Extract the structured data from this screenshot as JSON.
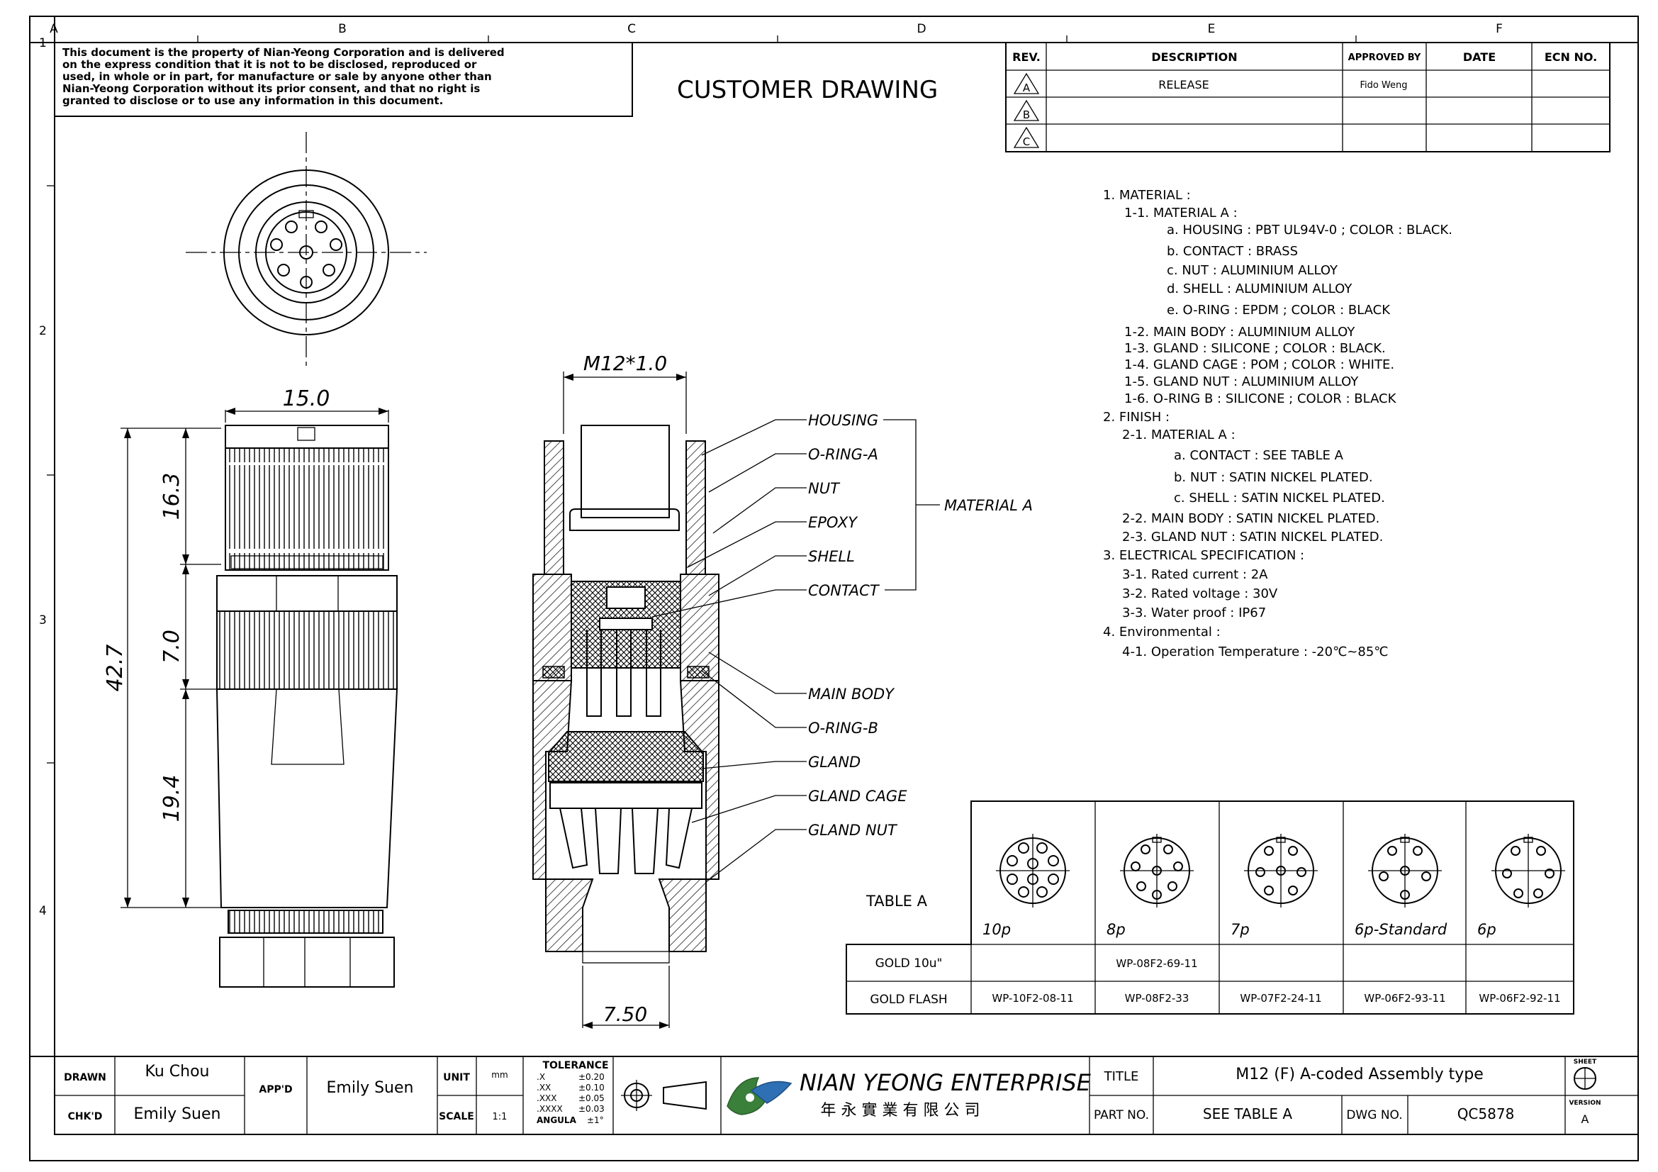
{
  "frame": {
    "col_letters": [
      "A",
      "B",
      "C",
      "D",
      "E",
      "F"
    ],
    "row_numbers": [
      "1",
      "2",
      "3",
      "4"
    ]
  },
  "notice": {
    "lines": [
      "This document is the property of Nian-Yeong Corporation and is delivered",
      "on the express condition that it is not to be disclosed, reproduced or",
      "used, in whole or in part, for manufacture or sale by anyone other than",
      "Nian-Yeong Corporation without its prior consent, and that no right is",
      "granted to disclose or to use any information in this document."
    ]
  },
  "heading": "CUSTOMER  DRAWING",
  "revision_table": {
    "headers": {
      "rev": "REV.",
      "description": "DESCRIPTION",
      "approved": "APPROVED BY",
      "date": "DATE",
      "ecn": "ECN NO."
    },
    "rows": [
      {
        "rev": "A",
        "description": "RELEASE",
        "approved": "Fido Weng",
        "date": "",
        "ecn": ""
      },
      {
        "rev": "B",
        "description": "",
        "approved": "",
        "date": "",
        "ecn": ""
      },
      {
        "rev": "C",
        "description": "",
        "approved": "",
        "date": "",
        "ecn": ""
      }
    ]
  },
  "specs": {
    "lines": [
      "1. MATERIAL :",
      "1-1. MATERIAL A :",
      "a. HOUSING : PBT UL94V-0 ; COLOR : BLACK.",
      "b. CONTACT : BRASS",
      "c. NUT : ALUMINIUM ALLOY",
      "d. SHELL : ALUMINIUM ALLOY",
      "e. O-RING : EPDM ; COLOR : BLACK",
      "1-2. MAIN BODY : ALUMINIUM ALLOY",
      "1-3. GLAND : SILICONE ; COLOR : BLACK.",
      "1-4. GLAND CAGE : POM ; COLOR : WHITE.",
      "1-5. GLAND NUT : ALUMINIUM ALLOY",
      "1-6. O-RING B : SILICONE ; COLOR : BLACK",
      "2. FINISH :",
      "2-1. MATERIAL A :",
      "a. CONTACT : SEE TABLE A",
      "b. NUT : SATIN NICKEL PLATED.",
      "c. SHELL : SATIN NICKEL PLATED.",
      "2-2. MAIN BODY : SATIN NICKEL PLATED.",
      "2-3. GLAND NUT : SATIN NICKEL PLATED.",
      "3. ELECTRICAL SPECIFICATION :",
      "3-1. Rated current : 2A",
      "3-2. Rated voltage : 30V",
      "3-3. Water proof : IP67",
      "4. Environmental :",
      "4-1. Operation Temperature : -20℃~85℃"
    ]
  },
  "dimensions": {
    "width": "15.0",
    "total_length": "42.7",
    "top": "16.3",
    "mid": "7.0",
    "bottom": "19.4",
    "thread": "M12*1.0",
    "cable_dia": "7.50"
  },
  "callouts": {
    "items": [
      "HOUSING",
      "O-RING-A",
      "NUT",
      "EPOXY",
      "SHELL",
      "CONTACT",
      "MAIN BODY",
      "O-RING-B",
      "GLAND",
      "GLAND CAGE",
      "GLAND NUT"
    ],
    "group_label": "MATERIAL A"
  },
  "table_a": {
    "title": "TABLE A",
    "pin_labels": [
      "10p",
      "8p",
      "7p",
      "6p-Standard",
      "6p"
    ],
    "row_labels": [
      "GOLD 10u\"",
      "GOLD FLASH"
    ],
    "gold_10u": [
      "",
      "WP-08F2-69-11",
      "",
      "",
      ""
    ],
    "gold_flash": [
      "WP-10F2-08-11",
      "WP-08F2-33",
      "WP-07F2-24-11",
      "WP-06F2-93-11",
      "WP-06F2-92-11"
    ]
  },
  "title_block": {
    "drawn_label": "DRAWN",
    "drawn_by": "Ku Chou",
    "checked_label": "CHK'D",
    "checked_by": "Emily Suen",
    "app_label": "APP'D",
    "app_by": "Emily Suen",
    "unit_label": "UNIT",
    "unit_value": "mm",
    "scale_label": "SCALE",
    "scale_value": "1:1",
    "tolerance_title": "TOLERANCE",
    "tolerances": [
      {
        "k": ".X",
        "v": "±0.20"
      },
      {
        "k": ".XX",
        "v": "±0.10"
      },
      {
        "k": ".XXX",
        "v": "±0.05"
      },
      {
        "k": ".XXXX",
        "v": "±0.03"
      },
      {
        "k": "ANGULA",
        "v": "±1°"
      }
    ],
    "company_en": "NIAN YEONG ENTERPRISE",
    "company_zh": "年 永 實 業 有 限 公 司",
    "title_label": "TITLE",
    "title_value": "M12 (F)  A-coded Assembly type",
    "part_label": "PART NO.",
    "part_value": "SEE TABLE A",
    "dwg_label": "DWG NO.",
    "dwg_value": "QC5878",
    "sheet_label": "SHEET",
    "version_label": "VERSION",
    "version_value": "A"
  }
}
